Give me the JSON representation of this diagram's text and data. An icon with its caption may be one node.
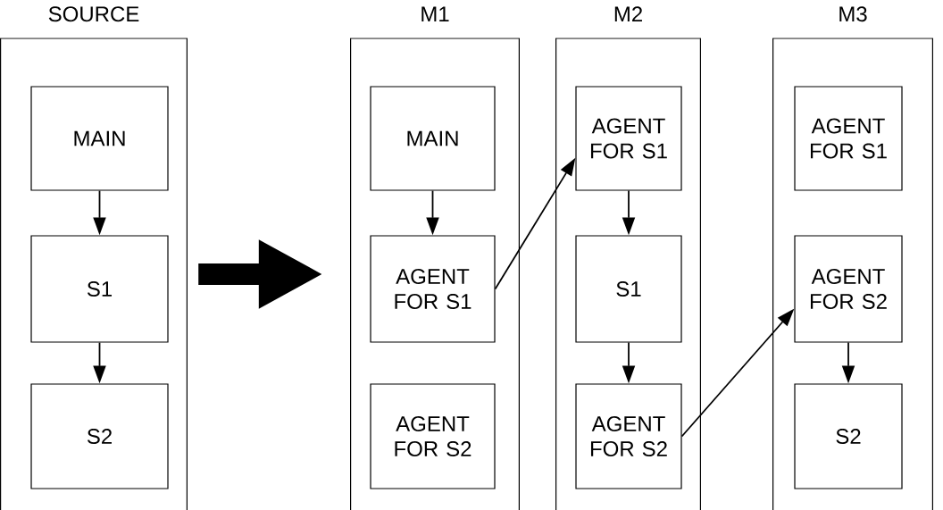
{
  "diagram": {
    "nodes": [
      {
        "text": [
          "SOURCE"
        ]
      },
      {
        "text": [
          "MAIN"
        ],
        "in": 0
      },
      {
        "text": [
          "S1"
        ],
        "in": 0
      },
      {
        "text": [
          "S2"
        ],
        "in": 0
      },
      {
        "text": [
          "M1"
        ]
      },
      {
        "text": [
          "MAIN"
        ],
        "in": 4
      },
      {
        "text": [
          "AGENT FOR S1"
        ],
        "in": 4
      },
      {
        "text": [
          "AGENT FOR S2"
        ],
        "in": 4
      },
      {
        "text": [
          "M2"
        ]
      },
      {
        "text": [
          "AGENT FOR S1"
        ],
        "in": 8
      },
      {
        "text": [
          "S1"
        ],
        "in": 8
      },
      {
        "text": [
          "AGENT FOR S2"
        ],
        "in": 8
      },
      {
        "text": [
          "M3"
        ]
      },
      {
        "text": [
          "AGENT FOR S1"
        ],
        "in": 12
      },
      {
        "text": [
          "AGENT FOR S2"
        ],
        "in": 12
      },
      {
        "text": [
          "S2"
        ],
        "in": 12
      }
    ],
    "edges": [
      {
        "from": 0,
        "to": 4,
        "arrow": "to",
        "style": "thick"
      },
      {
        "from": 1,
        "to": 2,
        "arrow": "to"
      },
      {
        "from": 2,
        "to": 3,
        "arrow": "to"
      },
      {
        "from": 5,
        "to": 6,
        "arrow": "to"
      },
      {
        "from": 6,
        "to": 9,
        "arrow": "to"
      },
      {
        "from": 9,
        "to": 10,
        "arrow": "to"
      },
      {
        "from": 10,
        "to": 11,
        "arrow": "to"
      },
      {
        "from": 11,
        "to": 14,
        "arrow": "to"
      },
      {
        "from": 14,
        "to": 15,
        "arrow": "to"
      }
    ]
  }
}
